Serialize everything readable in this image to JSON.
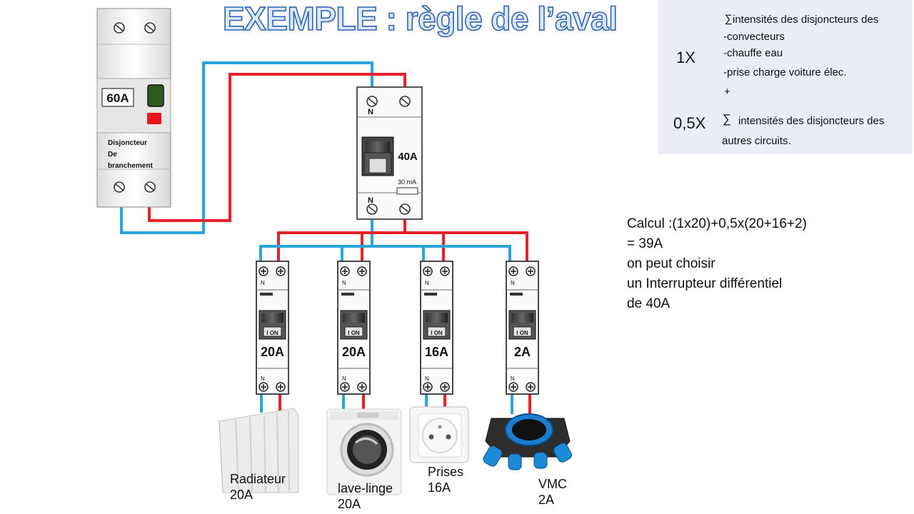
{
  "title": "EXEMPLE : règle de l’aval",
  "main_breaker": {
    "rating": "60A",
    "name_lines": [
      "Disjoncteur",
      "De",
      "branchement"
    ]
  },
  "differential": {
    "rating": "40A",
    "sensitivity": "30 mA",
    "neutral_top": "N",
    "neutral_bottom": "N"
  },
  "circuit_breakers": [
    {
      "rating": "20A",
      "switch_text": "I ON",
      "neutral": "N"
    },
    {
      "rating": "20A",
      "switch_text": "I ON",
      "neutral": "N"
    },
    {
      "rating": "16A",
      "switch_text": "I ON",
      "neutral": "N"
    },
    {
      "rating": "2A",
      "switch_text": "I ON",
      "neutral": "N"
    }
  ],
  "loads": [
    {
      "name": "Radiateur",
      "current": "20A",
      "icon": "radiator-icon"
    },
    {
      "name": "lave-linge",
      "current": "20A",
      "icon": "washing-machine-icon"
    },
    {
      "name": "Prises",
      "current": "16A",
      "icon": "socket-icon"
    },
    {
      "name": "VMC",
      "current": "2A",
      "icon": "ventilation-unit-icon"
    }
  ],
  "formula": {
    "coef1": "1X",
    "sum_symbol": "∑",
    "line1": "intensités des disjoncteurs des",
    "items": [
      "-convecteurs",
      "-chauffe eau",
      "-prise charge voiture élec."
    ],
    "plus": "+",
    "coef2": "0,5X",
    "line2a": "intensités des disjoncteurs des",
    "line2b": "autres circuits."
  },
  "calculation": [
    "Calcul :(1x20)+0,5x(20+16+2)",
    "= 39A",
    "on peut choisir",
    "un Interrupteur différentiel",
    "de 40A"
  ],
  "colors": {
    "phase_wire": "#e8202a",
    "neutral_wire": "#2aa5dc",
    "title_fill": "#dde9fb",
    "title_stroke": "#2e63b7",
    "formula_bg": "#e9eef6"
  }
}
